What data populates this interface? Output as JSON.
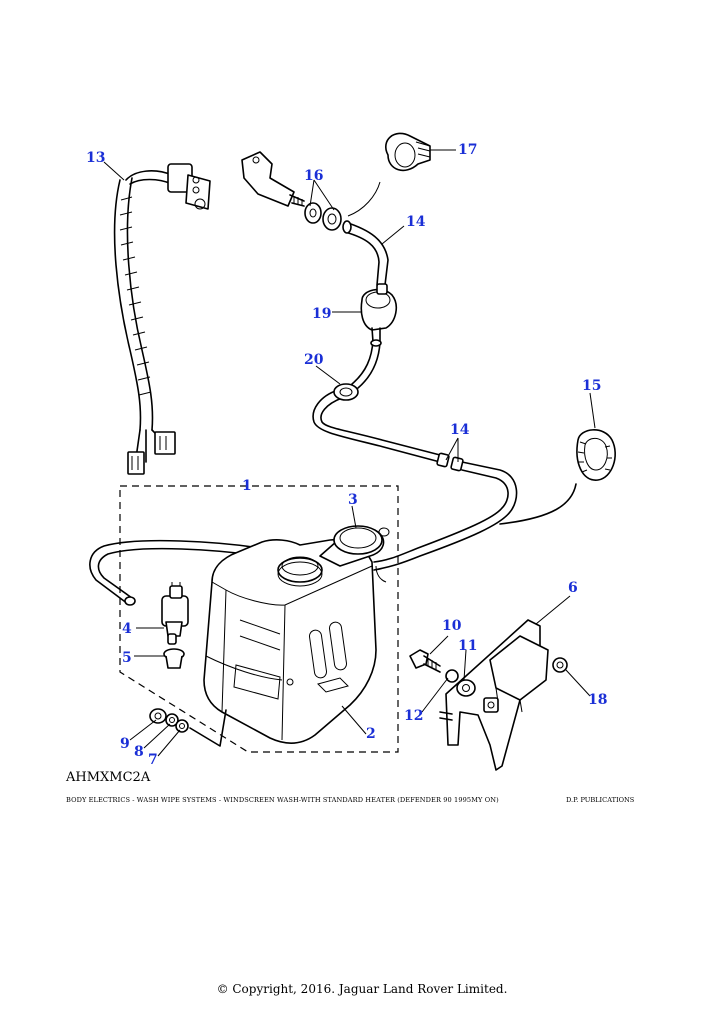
{
  "diagram": {
    "reference_code": "AHMXMC2A",
    "caption": "BODY ELECTRICS - WASH WIPE SYSTEMS - WINDSCREEN WASH-WITH STANDARD HEATER (DEFENDER 90 1995MY ON)",
    "publisher": "D.P. PUBLICATIONS",
    "copyright": "© Copyright, 2016. Jaguar Land Rover Limited.",
    "callouts": {
      "c1": "1",
      "c2": "2",
      "c3": "3",
      "c4": "4",
      "c5": "5",
      "c6": "6",
      "c7": "7",
      "c8": "8",
      "c9": "9",
      "c10": "10",
      "c11": "11",
      "c12": "12",
      "c13": "13",
      "c14a": "14",
      "c14b": "14",
      "c15": "15",
      "c16": "16",
      "c17": "17",
      "c18": "18",
      "c19": "19",
      "c20": "20"
    }
  }
}
